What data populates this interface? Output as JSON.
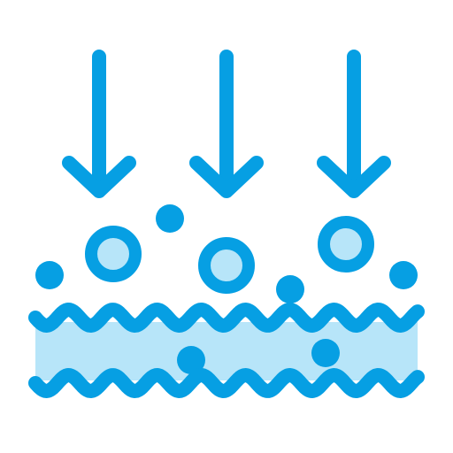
{
  "icon": {
    "name": "water-absorption-icon",
    "colors": {
      "stroke": "#069FE3",
      "fill_light": "#B7E5F9",
      "background": "#FFFFFF"
    },
    "parts": {
      "arrows": [
        "down-arrow-icon",
        "down-arrow-icon",
        "down-arrow-icon"
      ],
      "hollow_circles": 3,
      "dots": 6,
      "waves": [
        "wave-top",
        "wave-bottom"
      ]
    }
  }
}
